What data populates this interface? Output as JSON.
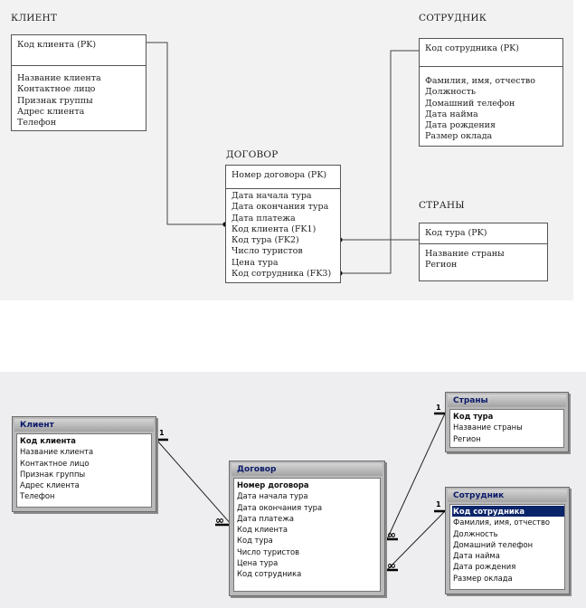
{
  "er": {
    "client": {
      "title": "КЛИЕНТ",
      "pk": "Код клиента (PK)",
      "fields": [
        "Название клиента",
        "Контактное лицо",
        "Признак группы",
        "Адрес клиента",
        "Телефон"
      ]
    },
    "employee": {
      "title": "СОТРУДНИК",
      "pk": "Код сотрудника (PK)",
      "fields": [
        "Фамилия, имя, отчество",
        "Должность",
        "Домашний телефон",
        "Дата найма",
        "Дата рождения",
        "Размер оклада"
      ]
    },
    "contract": {
      "title": "ДОГОВОР",
      "pk": "Номер договора (PK)",
      "fields": [
        "Дата начала тура",
        "Дата окончания тура",
        "Дата платежа",
        "Код клиента (FK1)",
        "Код тура (FK2)",
        "Число туристов",
        "Цена тура",
        "Код сотрудника (FK3)"
      ]
    },
    "countries": {
      "title": "СТРАНЫ",
      "pk": "Код тура (PK)",
      "fields": [
        "Название страны",
        "Регион"
      ]
    }
  },
  "access": {
    "client": {
      "title": "Клиент",
      "fields": [
        "Код клиента",
        "Название клиента",
        "Контактное лицо",
        "Признак группы",
        "Адрес клиента",
        "Телефон"
      ]
    },
    "contract": {
      "title": "Договор",
      "fields": [
        "Номер договора",
        "Дата начала тура",
        "Дата окончания тура",
        "Дата платежа",
        "Код клиента",
        "Код тура",
        "Число туристов",
        "Цена тура",
        "Код сотрудника"
      ]
    },
    "countries": {
      "title": "Страны",
      "fields": [
        "Код тура",
        "Название страны",
        "Регион"
      ]
    },
    "employee": {
      "title": "Сотрудник",
      "fields": [
        "Код сотрудника",
        "Фамилия, имя, отчество",
        "Должность",
        "Домашний телефон",
        "Дата найма",
        "Дата рождения",
        "Размер оклада"
      ]
    },
    "rel_one": "1",
    "rel_many": "∞"
  }
}
